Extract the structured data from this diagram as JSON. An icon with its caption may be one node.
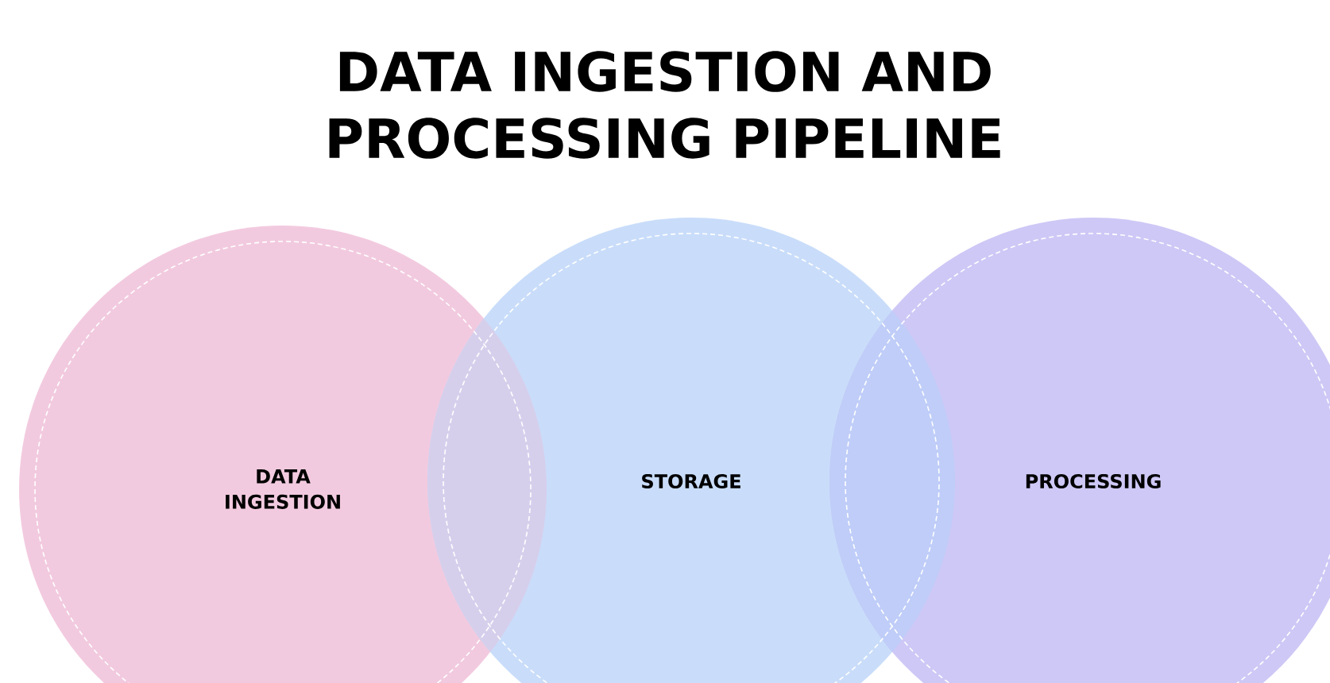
{
  "diagram": {
    "title": "DATA INGESTION AND PROCESSING PIPELINE",
    "nodes": [
      {
        "text": [
          "DATA INGESTION"
        ]
      },
      {
        "text": [
          "STORAGE"
        ]
      },
      {
        "text": [
          "PROCESSING"
        ]
      }
    ]
  }
}
